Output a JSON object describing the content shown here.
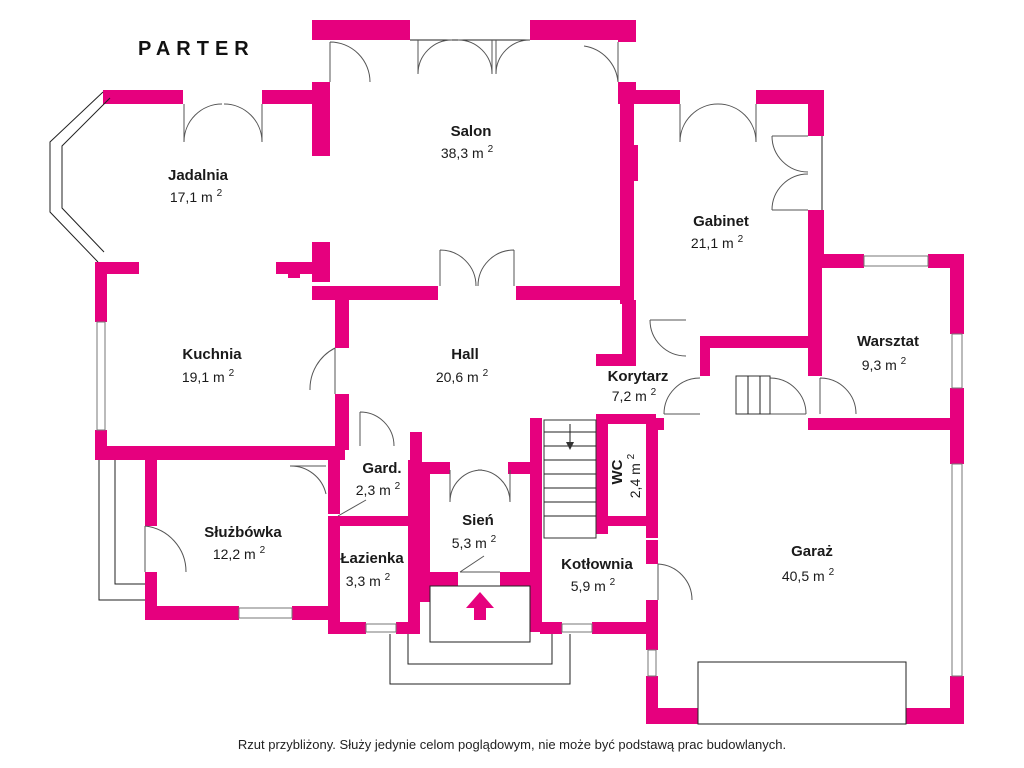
{
  "plan": {
    "title": "PARTER",
    "rooms": [
      {
        "id": "salon",
        "name": "Salon",
        "area": "38,3 m",
        "unit_sup": "2"
      },
      {
        "id": "jadalnia",
        "name": "Jadalnia",
        "area": "17,1 m",
        "unit_sup": "2"
      },
      {
        "id": "gabinet",
        "name": "Gabinet",
        "area": "21,1 m",
        "unit_sup": "2"
      },
      {
        "id": "kuchnia",
        "name": "Kuchnia",
        "area": "19,1 m",
        "unit_sup": "2"
      },
      {
        "id": "hall",
        "name": "Hall",
        "area": "20,6 m",
        "unit_sup": "2"
      },
      {
        "id": "warsztat",
        "name": "Warsztat",
        "area": "9,3 m",
        "unit_sup": "2"
      },
      {
        "id": "korytarz",
        "name": "Korytarz",
        "area": "7,2 m",
        "unit_sup": "2"
      },
      {
        "id": "gard",
        "name": "Gard.",
        "area": "2,3 m",
        "unit_sup": "2"
      },
      {
        "id": "wc",
        "name": "WC",
        "area": "2,4 m",
        "unit_sup": "2"
      },
      {
        "id": "sluzbowka",
        "name": "Służbówka",
        "area": "12,2 m",
        "unit_sup": "2"
      },
      {
        "id": "sien",
        "name": "Sień",
        "area": "5,3 m",
        "unit_sup": "2"
      },
      {
        "id": "garaz",
        "name": "Garaż",
        "area": "40,5 m",
        "unit_sup": "2"
      },
      {
        "id": "lazienka",
        "name": "Łazienka",
        "area": "3,3 m",
        "unit_sup": "2"
      },
      {
        "id": "kotlownia",
        "name": "Kotłownia",
        "area": "5,9 m",
        "unit_sup": "2"
      }
    ],
    "footnote": "Rzut przybliżony. Służy jedynie celom poglądowym, nie może być podstawą prac budowlanych.",
    "colors": {
      "wall": "#e6007e",
      "line": "#222222",
      "background": "#ffffff"
    }
  }
}
